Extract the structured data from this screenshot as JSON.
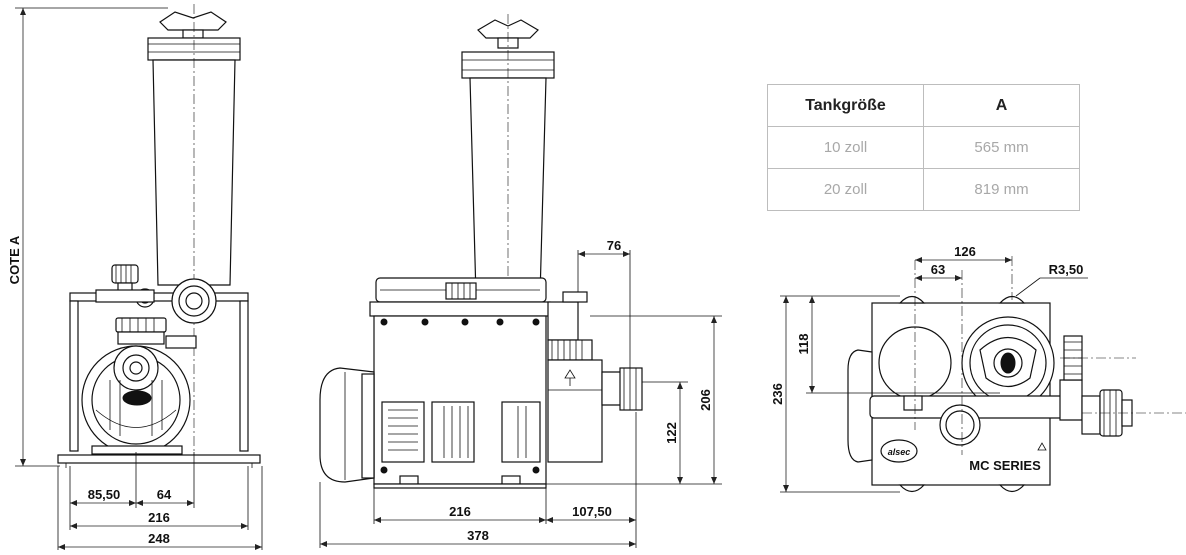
{
  "table": {
    "headers": [
      "Tankgröße",
      "A"
    ],
    "rows": [
      [
        "10 zoll",
        "565 mm"
      ],
      [
        "20 zoll",
        "819 mm"
      ]
    ]
  },
  "front_view": {
    "height_label": "COTE A",
    "dims": [
      "85,50",
      "64",
      "216",
      "248"
    ]
  },
  "side_view": {
    "dims": [
      "76",
      "206",
      "122",
      "216",
      "107,50",
      "378"
    ]
  },
  "top_view": {
    "dims": [
      "126",
      "63",
      "R3,50",
      "118",
      "236"
    ],
    "model_label": "MC SERIES",
    "logo_text": "alsec"
  }
}
